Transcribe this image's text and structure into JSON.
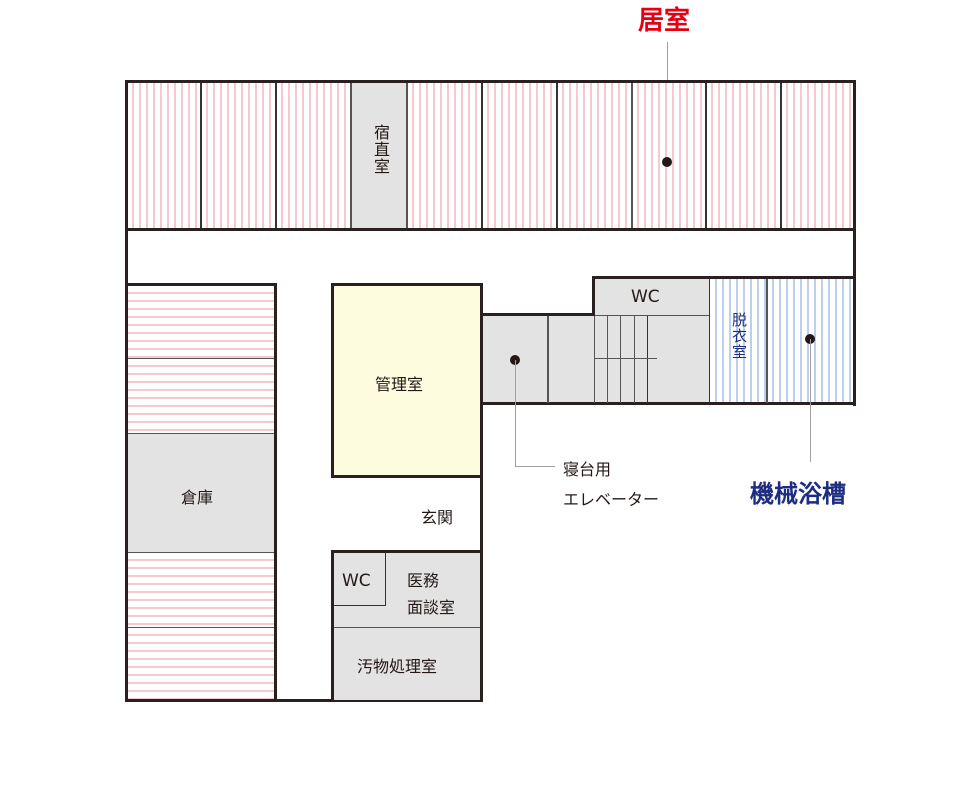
{
  "callouts": {
    "living_room": {
      "label": "居室",
      "color": "#e60012"
    },
    "machine_bath": {
      "label": "機械浴槽",
      "color": "#1d2d80"
    },
    "bed_elevator": {
      "line1": "寝台用",
      "line2": "エレベーター"
    }
  },
  "rooms": {
    "night_duty": "宿直室",
    "management": "管理室",
    "storage": "倉庫",
    "entrance": "玄関",
    "wc_upper": "WC",
    "wc_lower": "WC",
    "changing": "脱衣室",
    "medical_line1": "医務",
    "medical_line2": "面談室",
    "soiled": "汚物処理室"
  },
  "colors": {
    "living_stripe": "#f6c9d0",
    "bath_stripe": "#bcd0ec",
    "service_gray": "#e3e3e3",
    "management_yellow": "#fdfcdf",
    "wall": "#2a2020"
  }
}
